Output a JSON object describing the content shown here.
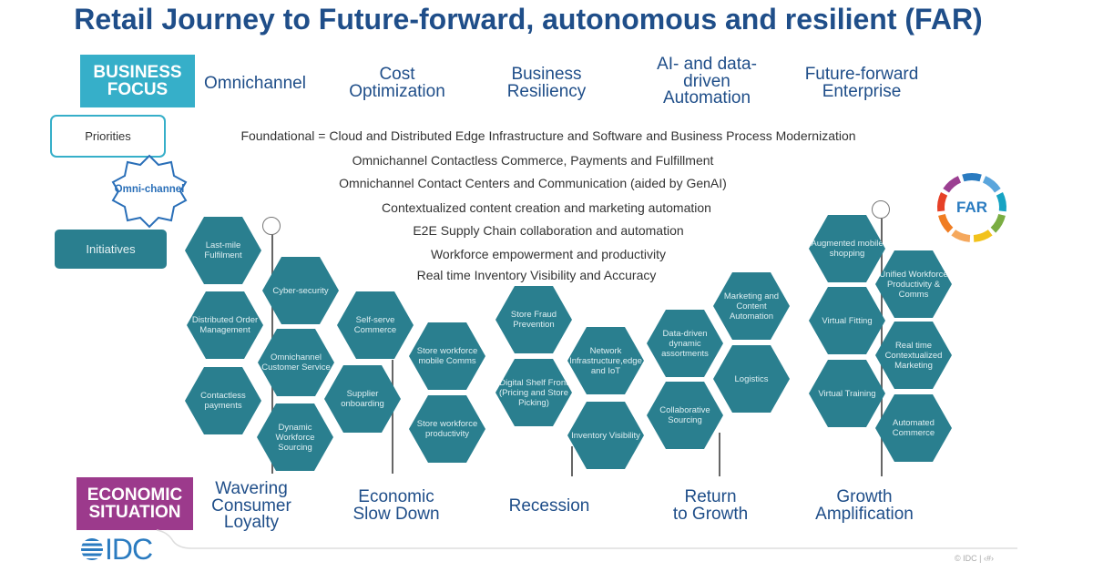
{
  "title": "Retail Journey to Future-forward, autonomous and resilient (FAR)",
  "business_focus": {
    "label_line1": "BUSINESS",
    "label_line2": "FOCUS",
    "columns": [
      {
        "lines": [
          "Omnichannel"
        ]
      },
      {
        "lines": [
          "Cost",
          "Optimization"
        ]
      },
      {
        "lines": [
          "Business",
          "Resiliency"
        ]
      },
      {
        "lines": [
          "AI- and data-",
          "driven",
          "Automation"
        ]
      },
      {
        "lines": [
          "Future-forward",
          "Enterprise"
        ]
      }
    ]
  },
  "legend": {
    "priorities": "Priorities",
    "omni_channel": "Omni-channel",
    "initiatives": "Initiatives"
  },
  "priorities": [
    "Foundational = Cloud and Distributed Edge Infrastructure and Software and Business Process Modernization",
    "Omnichannel  Contactless Commerce, Payments and Fulfillment",
    "Omnichannel Contact Centers and Communication  (aided by GenAI)",
    "Contextualized content creation and marketing automation",
    "E2E Supply Chain collaboration and automation",
    "Workforce empowerment and productivity",
    "Real time Inventory Visibility and Accuracy"
  ],
  "initiatives": [
    "Last-mile Fulfilment",
    "Distributed Order Management",
    "Contactless payments",
    "Cyber-security",
    "Omnichannel Customer Service",
    "Dynamic Workforce Sourcing",
    "Self-serve Commerce",
    "Supplier onboarding",
    "Store workforce mobile Comms",
    "Store workforce productivity",
    "Store Fraud Prevention",
    "Digital Shelf Front (Pricing and Store Picking)",
    "Network Infrastructure,edge and IoT",
    "Inventory Visibility",
    "Data-driven dynamic assortments",
    "Collaborative Sourcing",
    "Marketing and Content Automation",
    "Logistics",
    "Augmented mobile shopping",
    "Virtual Fitting",
    "Virtual Training",
    "Unified Workforce Productivity & Comms",
    "Real time Contextualized Marketing",
    "Automated Commerce"
  ],
  "far_badge": {
    "label": "FAR",
    "colors": [
      "#2a7bc0",
      "#5aa5dc",
      "#16a3c3",
      "#7aad42",
      "#f2c21b",
      "#f5a85d",
      "#f07d22",
      "#e64027",
      "#9b3f91"
    ]
  },
  "economic_situation": {
    "label_line1": "ECONOMIC",
    "label_line2": "SITUATION",
    "columns": [
      {
        "lines": [
          "Wavering",
          "Consumer",
          "Loyalty"
        ]
      },
      {
        "lines": [
          "Economic",
          "Slow Down"
        ]
      },
      {
        "lines": [
          "Recession"
        ]
      },
      {
        "lines": [
          "Return",
          "to Growth"
        ]
      },
      {
        "lines": [
          "Growth",
          "Amplification"
        ]
      }
    ]
  },
  "logo": "IDC",
  "footer": "© IDC |   ‹#›",
  "colors": {
    "title": "#1f4e89",
    "business": "#36afc9",
    "economic": "#9c3a8c",
    "hexagon": "#2a7f8f"
  }
}
